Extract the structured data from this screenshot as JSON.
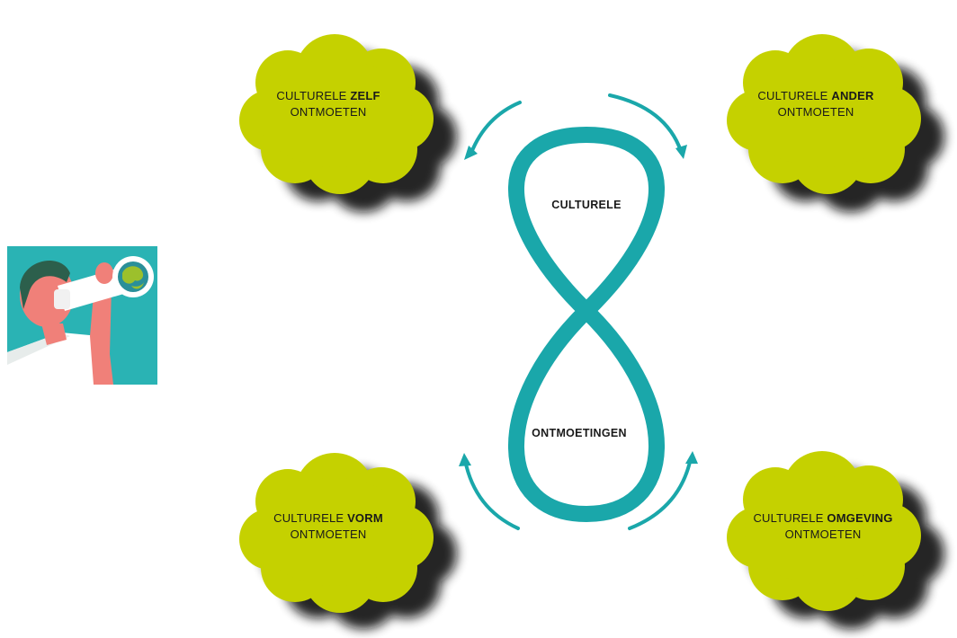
{
  "clouds": {
    "top_left": {
      "prefix": "CULTURELE ",
      "emphasis": "ZELF",
      "line2": "ONTMOETEN"
    },
    "top_right": {
      "prefix": "CULTURELE ",
      "emphasis": "ANDER",
      "line2": "ONTMOETEN"
    },
    "bottom_left": {
      "prefix": "CULTURELE ",
      "emphasis": "VORM",
      "line2": "ONTMOETEN"
    },
    "bottom_right": {
      "prefix": "CULTURELE ",
      "emphasis": "OMGEVING",
      "line2": "ONTMOETEN"
    }
  },
  "center": {
    "top_label": "CULTURELE",
    "bottom_label": "ONTMOETINGEN"
  },
  "colors": {
    "cloud": "#c5d100",
    "cloud_shadow": "#111111",
    "teal": "#1aa7aa",
    "icon_bg": "#2ab3b4",
    "skin": "#f08079"
  },
  "icons": [
    "binoculars-person-icon",
    "globe-icon",
    "arrow-icon"
  ]
}
